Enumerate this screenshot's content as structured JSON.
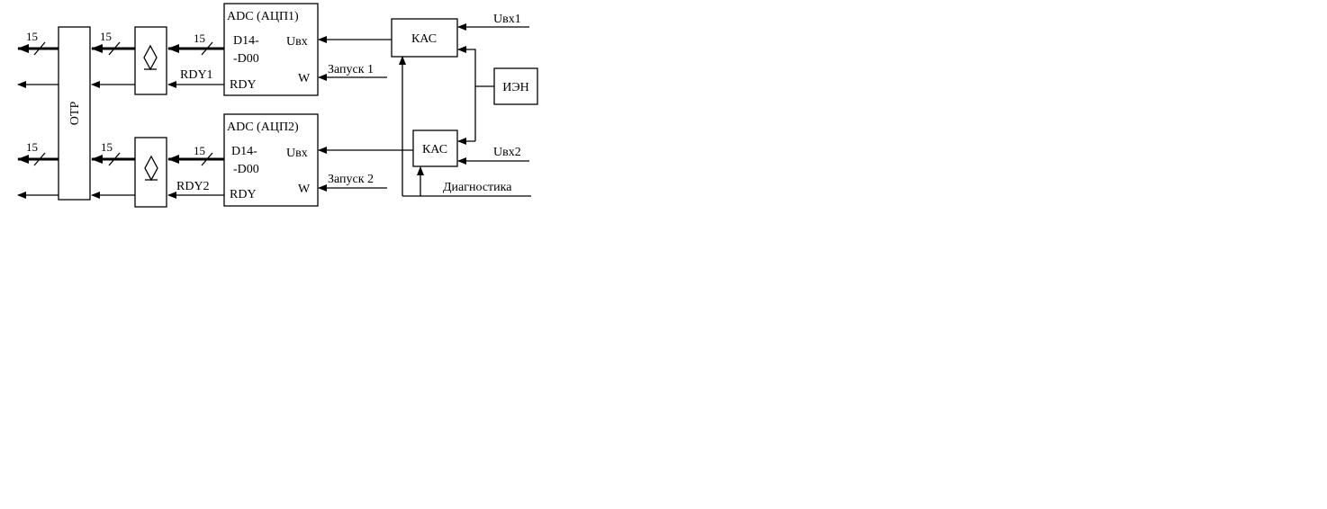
{
  "blocks": {
    "otr": "ОТР",
    "adc1_title": "ADC (АЦП1)",
    "adc2_title": "ADC (АЦП2)",
    "adc_data_top": "D14-",
    "adc_data_bottom": "-D00",
    "adc_uin": "Uвх",
    "adc_w": "W",
    "adc_rdy": "RDY",
    "kas": "КАС",
    "ien": "ИЭН"
  },
  "signals": {
    "uin1": "Uвх1",
    "uin2": "Uвх2",
    "start1": "Запуск 1",
    "start2": "Запуск 2",
    "diagnostics": "Диагностика",
    "rdy1": "RDY1",
    "rdy2": "RDY2",
    "bus_width": "15"
  }
}
